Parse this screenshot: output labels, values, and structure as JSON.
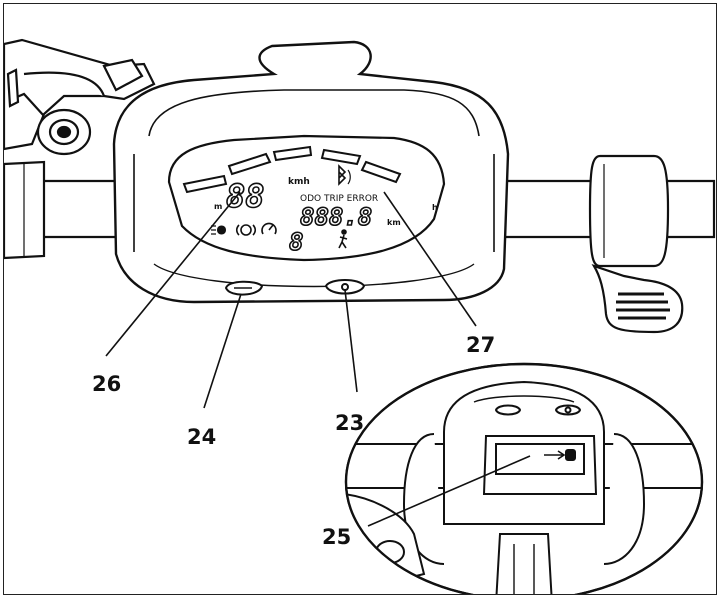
{
  "display": {
    "speed_digits": "88",
    "speed_unit": "kmh",
    "mode_labels": "ODO TRIP ERROR",
    "odometer_digits": "888.8",
    "distance_unit": "km",
    "gear_digit": "8",
    "left_edge_unit": "m",
    "right_edge_unit": "h"
  },
  "callouts": {
    "c26": "26",
    "c27": "27",
    "c24": "24",
    "c23": "23",
    "c25": "25"
  },
  "icons": [
    "headlight-icon",
    "brake-icon",
    "cruise-icon",
    "walk-mode-icon",
    "bluetooth-icon",
    "boost-button-icon",
    "power-button-icon",
    "usb-port-icon"
  ]
}
